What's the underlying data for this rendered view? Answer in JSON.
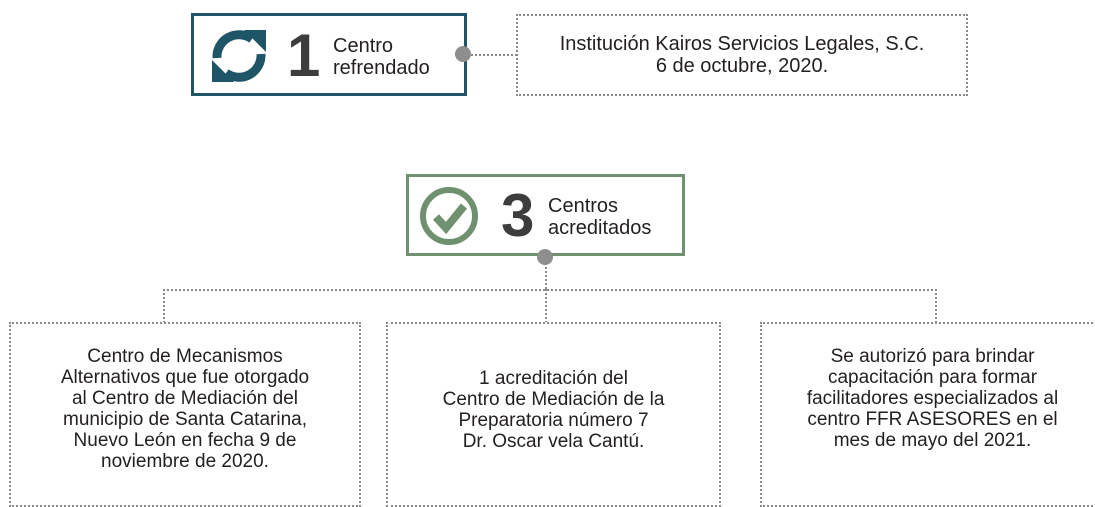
{
  "refrendado": {
    "count": "1",
    "label": "Centro\nrefrendado",
    "icon": "refresh-icon",
    "color": "#1f5667",
    "detail": "Institución Kairos Servicios Legales, S.C.\n6 de octubre, 2020."
  },
  "acreditados": {
    "count": "3",
    "label": "Centros\nacreditados",
    "icon": "check-circle-icon",
    "color": "#6f916f",
    "items": [
      "Centro de Mecanismos\nAlternativos que fue otorgado\nal Centro de Mediación del\nmunicipio de Santa Catarina,\nNuevo León en fecha 9 de\nnoviembre de 2020.",
      "1 acreditación del\nCentro de Mediación de la\nPreparatoria número 7\nDr. Oscar vela Cantú.",
      "Se autorizó para brindar\ncapacitación para formar\nfacilitadores especializados al\ncentro FFR ASESORES en el\nmes de mayo del 2021."
    ]
  },
  "colors": {
    "connector": "#8a8a8a",
    "dot": "#8e8e8e"
  }
}
